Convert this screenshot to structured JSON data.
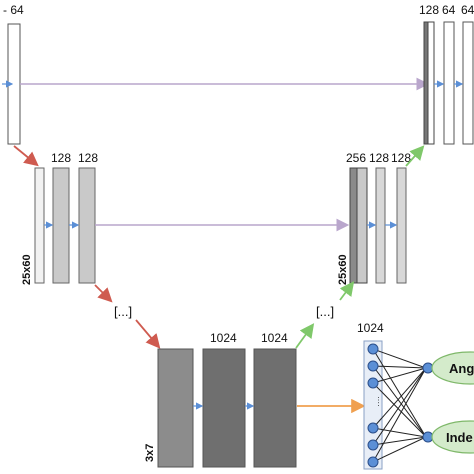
{
  "labels": {
    "top_left_a": "- 64",
    "top_left_b": "",
    "top_right_a": "128",
    "top_right_b": "64",
    "top_right_c": "64",
    "mid_left_a": "128",
    "mid_left_b": "128",
    "mid_right_a": "256",
    "mid_right_b": "128",
    "mid_right_c": "128",
    "bottom_a": "1024",
    "bottom_b": "1024",
    "fc_top": "1024",
    "dim_mid_left": "25x60",
    "dim_mid_right": "25x60",
    "dim_bottom": "3x7",
    "skip_left": "[...]",
    "skip_right": "[...]",
    "ellipsis": "····",
    "output_a": "Ang",
    "output_b": "Inde:"
  },
  "colors": {
    "skip_line": "#b9a6cc",
    "down_arrow": "#cf5b50",
    "up_arrow": "#7fc86a",
    "fc_arrow": "#f0a050",
    "inner_arrow": "#5b8fd6",
    "node_fill": "#5b8fd6",
    "output_fill": "#d4ebcb",
    "output_stroke": "#7fb86a",
    "fc_bar": "#e8eef7"
  }
}
